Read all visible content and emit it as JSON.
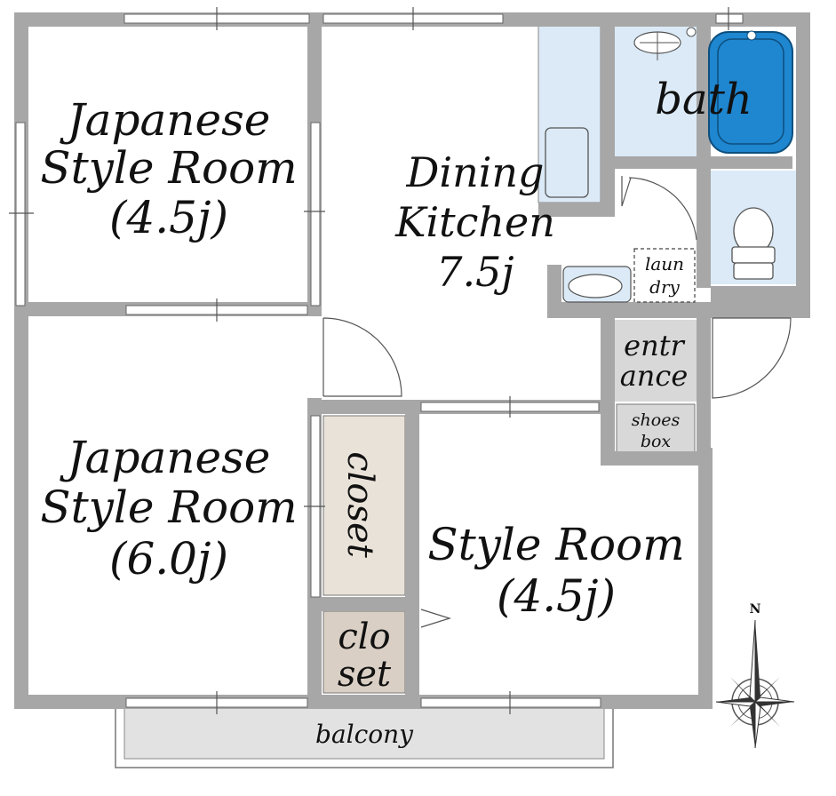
{
  "plan": {
    "rooms": {
      "japanese_upper": {
        "line1": "Japanese",
        "line2": "Style Room",
        "size": "(4.5j)"
      },
      "japanese_lower": {
        "line1": "Japanese",
        "line2": "Style Room",
        "size": "(6.0j)"
      },
      "dining_kitchen": {
        "line1": "Dining",
        "line2": "Kitchen",
        "size": "7.5j"
      },
      "style_room": {
        "line1": "Style Room",
        "size": "(4.5j)"
      },
      "bath": "bath",
      "laundry": {
        "line1": "laun",
        "line2": "dry"
      },
      "entrance": {
        "line1": "entr",
        "line2": "ance"
      },
      "shoes_box": {
        "line1": "shoes",
        "line2": "box"
      },
      "closet_large": "closet",
      "closet_small": {
        "line1": "clo",
        "line2": "set"
      },
      "balcony": "balcony"
    },
    "compass": {
      "label": "N"
    },
    "colors": {
      "wall": "#a7a7a7",
      "closet_fill": "#e9e2d8",
      "closet_small_fill": "#d9cfc4",
      "wet_area_fill": "#dbeaf6",
      "bathtub": "#1f86d0",
      "entrance_fill": "#d8d8d8",
      "balcony_fill": "#e2e2e2"
    }
  }
}
